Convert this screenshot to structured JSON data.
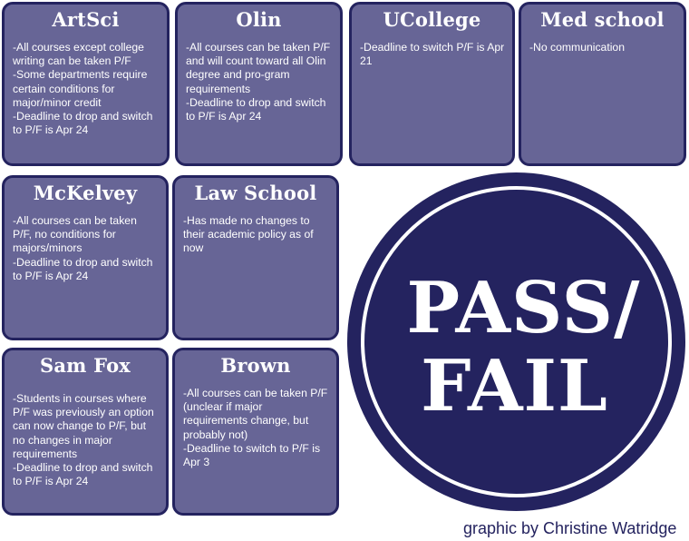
{
  "cards": {
    "artsci": {
      "title": "ArtSci",
      "body": "-All courses except college writing can be taken P/F\n-Some departments require certain conditions for major/minor credit\n-Deadline to drop and switch to P/F is Apr 24"
    },
    "olin": {
      "title": "Olin",
      "body": "-All courses can be taken P/F and will count toward all Olin degree and pro-gram requirements\n-Deadline to drop and switch to P/F is Apr 24"
    },
    "ucollege": {
      "title": "UCollege",
      "body": "-Deadline to switch P/F is Apr 21"
    },
    "med_school": {
      "title": "Med school",
      "body": "-No communication"
    },
    "mckelvey": {
      "title": "McKelvey",
      "body": "-All courses can be taken P/F, no conditions for majors/minors\n-Deadline to drop and switch to P/F is Apr 24"
    },
    "law_school": {
      "title": "Law School",
      "body": "-Has made no changes to their academic policy as of now"
    },
    "sam_fox": {
      "title": "Sam Fox",
      "body": "-Students in courses where P/F was previously an option can now change to P/F, but no changes in major requirements\n-Deadline to drop and switch to P/F is Apr 24"
    },
    "brown": {
      "title": "Brown",
      "body": "-All courses can be taken P/F (unclear if major requirements change, but probably not)\n-Deadline to switch to P/F is Apr 3"
    }
  },
  "badge": {
    "line1": "PASS/",
    "line2": "FAIL"
  },
  "credit": "graphic by Christine Watridge",
  "colors": {
    "card_fill": "#676596",
    "card_border": "#24235f",
    "badge_fill": "#24235f",
    "text_light": "#ffffff"
  }
}
